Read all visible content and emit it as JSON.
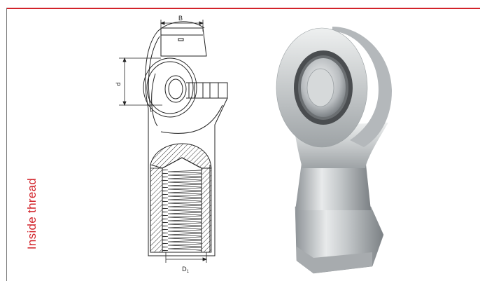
{
  "section_label": "Inside thread",
  "dimensions": {
    "width_label": "B",
    "bore_label": "d",
    "thread_label": "D",
    "thread_label_subscript": "1"
  },
  "colors": {
    "accent": "#d2232a",
    "frame_left": "#777777",
    "line": "#222222",
    "hatch": "#333333"
  },
  "images": {
    "drawing": "technical-drawing-rod-end-icon",
    "photo": "rod-end-bearing-render-icon"
  }
}
